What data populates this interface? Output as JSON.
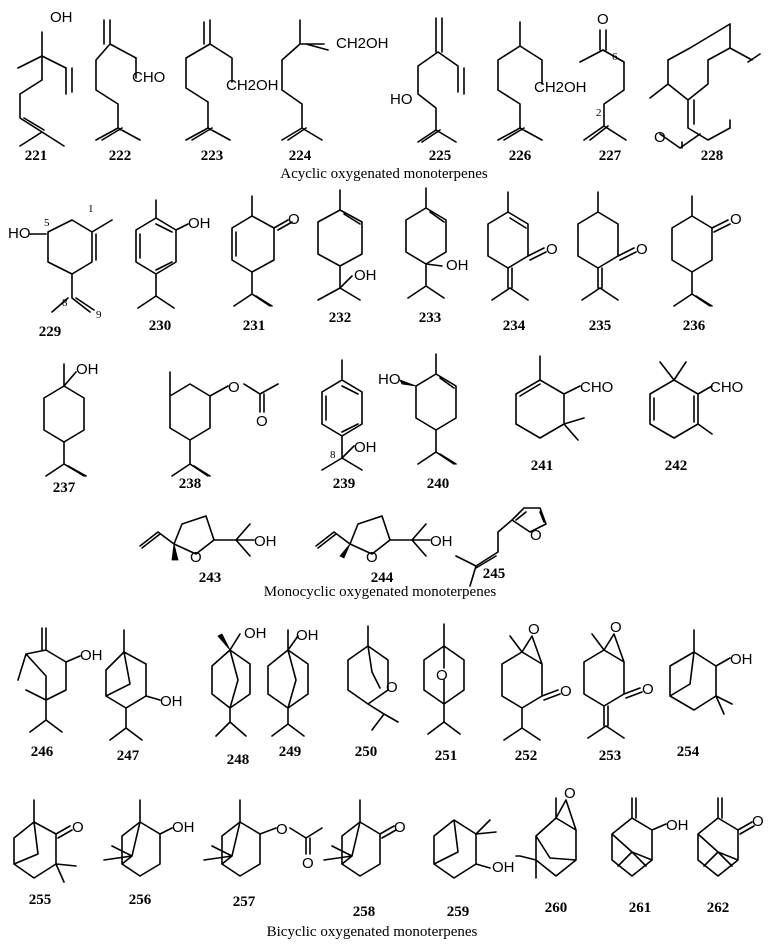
{
  "captions": {
    "acyclic": "Acyclic oxygenated monoterpenes",
    "monocyclic": "Monocyclic oxygenated monoterpenes",
    "bicyclic": "Bicyclic oxygenated monoterpenes"
  },
  "atoms": {
    "oh": "OH",
    "ho": "HO",
    "o": "O",
    "cho": "CHO",
    "ch2oh": "CH2OH"
  },
  "locants": {
    "c1": "1",
    "c2": "2",
    "c5": "5",
    "c6": "6",
    "c8": "8",
    "c9": "9"
  },
  "compounds": [
    "221",
    "222",
    "223",
    "224",
    "225",
    "226",
    "227",
    "228",
    "229",
    "230",
    "231",
    "232",
    "233",
    "234",
    "235",
    "236",
    "237",
    "238",
    "239",
    "240",
    "241",
    "242",
    "243",
    "244",
    "245",
    "246",
    "247",
    "248",
    "249",
    "250",
    "251",
    "252",
    "253",
    "254",
    "255",
    "256",
    "257",
    "258",
    "259",
    "260",
    "261",
    "262"
  ]
}
